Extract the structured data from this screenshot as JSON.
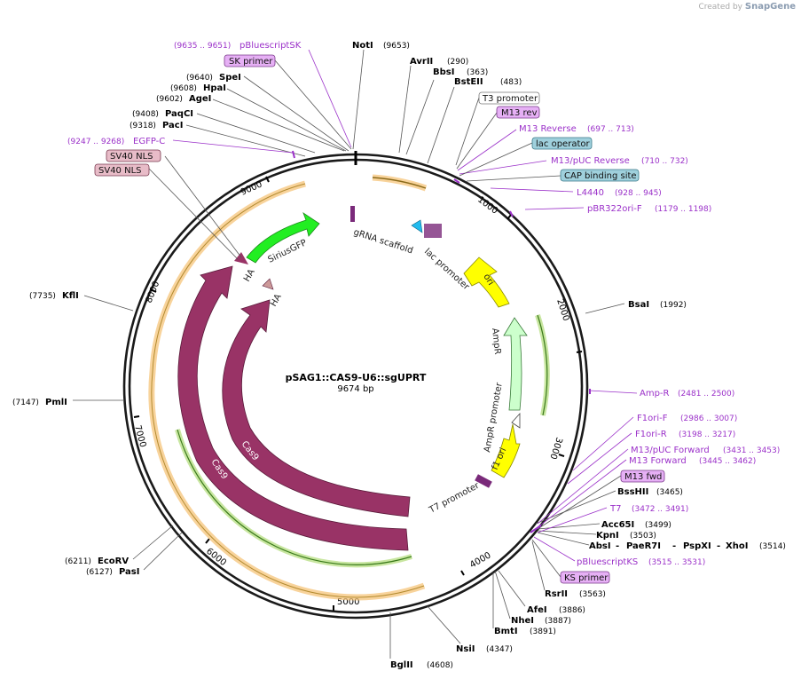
{
  "watermark": {
    "prefix": "Created by",
    "brand": "SnapGene"
  },
  "plasmid": {
    "name": "pSAG1::CAS9-U6::sgUPRT",
    "length_label": "9674 bp"
  },
  "ticks": [
    {
      "bp": 1000,
      "label": "1000"
    },
    {
      "bp": 2000,
      "label": "2000"
    },
    {
      "bp": 3000,
      "label": "3000"
    },
    {
      "bp": 4000,
      "label": "4000"
    },
    {
      "bp": 5000,
      "label": "5000"
    },
    {
      "bp": 6000,
      "label": "6000"
    },
    {
      "bp": 7000,
      "label": "7000"
    },
    {
      "bp": 8000,
      "label": "8000"
    },
    {
      "bp": 9000,
      "label": "9000"
    }
  ],
  "enzymes": [
    {
      "name": "NotI",
      "pos": "(9653)"
    },
    {
      "name": "AvrII",
      "pos": "(290)"
    },
    {
      "name": "BbsI",
      "pos": "(363)"
    },
    {
      "name": "BstEII",
      "pos": "(483)"
    },
    {
      "name": "SpeI",
      "pos": "(9640)"
    },
    {
      "name": "HpaI",
      "pos": "(9608)"
    },
    {
      "name": "AgeI",
      "pos": "(9602)"
    },
    {
      "name": "PaqCI",
      "pos": "(9408)"
    },
    {
      "name": "PacI",
      "pos": "(9318)"
    },
    {
      "name": "KflI",
      "pos": "(7735)"
    },
    {
      "name": "PmlI",
      "pos": "(7147)"
    },
    {
      "name": "EcoRV",
      "pos": "(6211)"
    },
    {
      "name": "PasI",
      "pos": "(6127)"
    },
    {
      "name": "BsaI",
      "pos": "(1992)"
    },
    {
      "name": "BssHII",
      "pos": "(3465)"
    },
    {
      "name": "Acc65I",
      "pos": "(3499)"
    },
    {
      "name": "KpnI",
      "pos": "(3503)"
    },
    {
      "name": "AbsI",
      "pos": ""
    },
    {
      "name": "PaeR7I",
      "pos": ""
    },
    {
      "name": "PspXI",
      "pos": ""
    },
    {
      "name": "XhoI",
      "pos": "(3514)"
    },
    {
      "name": "RsrII",
      "pos": "(3563)"
    },
    {
      "name": "AfeI",
      "pos": "(3886)"
    },
    {
      "name": "NheI",
      "pos": "(3887)"
    },
    {
      "name": "BmtI",
      "pos": "(3891)"
    },
    {
      "name": "NsiI",
      "pos": "(4347)"
    },
    {
      "name": "BglII",
      "pos": "(4608)"
    }
  ],
  "primers": [
    {
      "name": "pBluescriptSK",
      "pos": "(9635 .. 9651)"
    },
    {
      "name": "EGFP-C",
      "pos": "(9247 .. 9268)"
    },
    {
      "name": "M13 Reverse",
      "pos": "(697 .. 713)"
    },
    {
      "name": "M13/pUC Reverse",
      "pos": "(710 .. 732)"
    },
    {
      "name": "L4440",
      "pos": "(928 .. 945)"
    },
    {
      "name": "pBR322ori-F",
      "pos": "(1179 .. 1198)"
    },
    {
      "name": "Amp-R",
      "pos": "(2481 .. 2500)"
    },
    {
      "name": "F1ori-F",
      "pos": "(2986 .. 3007)"
    },
    {
      "name": "F1ori-R",
      "pos": "(3198 .. 3217)"
    },
    {
      "name": "M13/pUC Forward",
      "pos": "(3431 .. 3453)"
    },
    {
      "name": "M13 Forward",
      "pos": "(3445 .. 3462)"
    },
    {
      "name": "T7",
      "pos": "(3472 .. 3491)"
    },
    {
      "name": "pBluescriptKS",
      "pos": "(3515 .. 3531)"
    }
  ],
  "tags": [
    {
      "text": "SK primer",
      "fill": "#e6b0f5",
      "stroke": "#7a3a8a"
    },
    {
      "text": "T3 promoter",
      "fill": "#ffffff",
      "stroke": "#777777"
    },
    {
      "text": "M13 rev",
      "fill": "#e6b0f5",
      "stroke": "#7a3a8a"
    },
    {
      "text": "lac operator",
      "fill": "#9fd0dc",
      "stroke": "#3b7a8a"
    },
    {
      "text": "CAP binding site",
      "fill": "#9fd0dc",
      "stroke": "#3b7a8a"
    },
    {
      "text": "SV40 NLS",
      "fill": "#e8bcc8",
      "stroke": "#7a3a50"
    },
    {
      "text": "SV40 NLS",
      "fill": "#e8bcc8",
      "stroke": "#7a3a50"
    },
    {
      "text": "M13 fwd",
      "fill": "#e6b0f5",
      "stroke": "#7a3a8a"
    },
    {
      "text": "KS primer",
      "fill": "#e6b0f5",
      "stroke": "#7a3a8a"
    }
  ],
  "features": [
    {
      "name": "SiriusGFP",
      "color": "#22ee22"
    },
    {
      "name": "ori",
      "color": "#ffff00"
    },
    {
      "name": "AmpR",
      "color": "#ccffcc"
    },
    {
      "name": "f1 ori",
      "color": "#ffff00"
    },
    {
      "name": "Cas9",
      "color": "#993366"
    },
    {
      "name": "Cas9",
      "color": "#993366"
    },
    {
      "name": "HA",
      "color": "#993366"
    },
    {
      "name": "HA",
      "color": "#993366"
    },
    {
      "name": "gRNA scaffold",
      "color": "#7a2a7a"
    },
    {
      "name": "lac promoter",
      "color": "#33aacc"
    },
    {
      "name": "AmpR promoter",
      "color": "#ffffff"
    },
    {
      "name": "T7 promoter",
      "color": "#7a2a7a"
    }
  ],
  "colors": {
    "backbone": "#1a1a1a",
    "enzyme": "#000000",
    "primer": "#9b31c9",
    "orf_track": "#f5c070",
    "cas9": "#993366"
  }
}
